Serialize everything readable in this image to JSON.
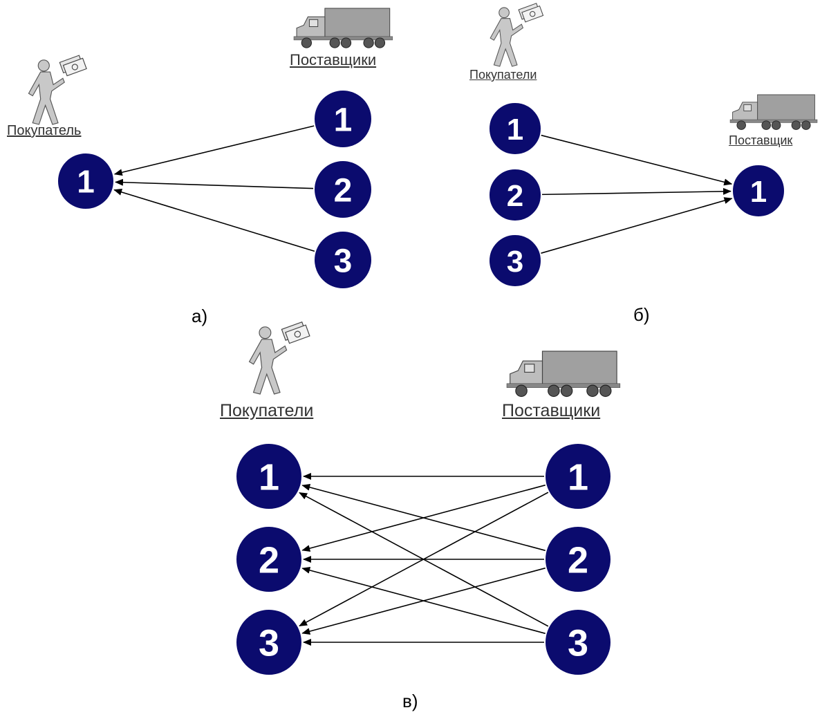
{
  "colors": {
    "node_fill": "#0b0b6e",
    "node_stroke": "#ffffff",
    "node_text": "#ffffff",
    "edge": "#000000",
    "label_text": "#333333",
    "truck_body": "#a0a0a0",
    "figure": "#bdbdbd"
  },
  "icons": {
    "buyer": "buyer-with-money-icon",
    "supplier": "truck-icon"
  },
  "panel_a": {
    "caption": "а)",
    "buyer_label": "Покупатель",
    "supplier_label": "Поставщики",
    "buyers": [
      "1"
    ],
    "suppliers": [
      "1",
      "2",
      "3"
    ]
  },
  "panel_b": {
    "caption": "б)",
    "buyer_label": "Покупатели",
    "supplier_label": "Поставщик",
    "buyers": [
      "1",
      "2",
      "3"
    ],
    "suppliers": [
      "1"
    ]
  },
  "panel_c": {
    "caption": "в)",
    "buyer_label": "Покупатели",
    "supplier_label": "Поставщики",
    "buyers": [
      "1",
      "2",
      "3"
    ],
    "suppliers": [
      "1",
      "2",
      "3"
    ]
  },
  "edges": {
    "panel_a": [
      {
        "from": "supplier-1",
        "to": "buyer-1"
      },
      {
        "from": "supplier-2",
        "to": "buyer-1"
      },
      {
        "from": "supplier-3",
        "to": "buyer-1"
      }
    ],
    "panel_b": [
      {
        "from": "buyer-1",
        "to": "supplier-1"
      },
      {
        "from": "buyer-2",
        "to": "supplier-1"
      },
      {
        "from": "buyer-3",
        "to": "supplier-1"
      }
    ],
    "panel_c": [
      {
        "from": "supplier-1",
        "to": "buyer-1"
      },
      {
        "from": "supplier-1",
        "to": "buyer-2"
      },
      {
        "from": "supplier-1",
        "to": "buyer-3"
      },
      {
        "from": "supplier-2",
        "to": "buyer-1"
      },
      {
        "from": "supplier-2",
        "to": "buyer-2"
      },
      {
        "from": "supplier-2",
        "to": "buyer-3"
      },
      {
        "from": "supplier-3",
        "to": "buyer-1"
      },
      {
        "from": "supplier-3",
        "to": "buyer-2"
      },
      {
        "from": "supplier-3",
        "to": "buyer-3"
      }
    ]
  }
}
